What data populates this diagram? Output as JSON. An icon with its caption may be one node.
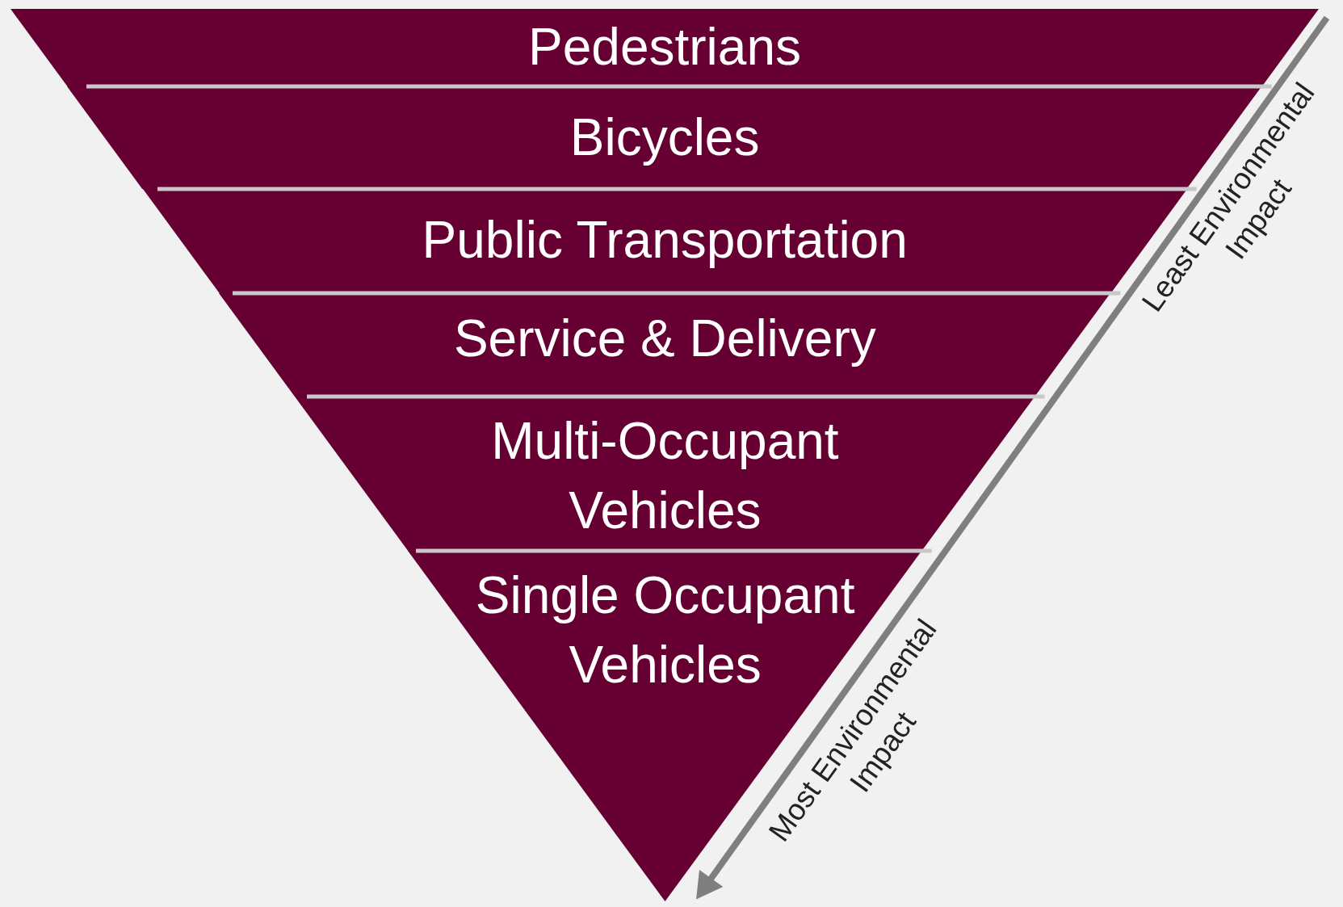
{
  "diagram": {
    "nodes": [
      {
        "text": [
          "Pedestrians"
        ]
      },
      {
        "text": [
          "Bicycles"
        ]
      },
      {
        "text": [
          "Public Transportation"
        ]
      },
      {
        "text": [
          "Service & Delivery"
        ]
      },
      {
        "text": [
          "Multi-Occupant Vehicles"
        ]
      },
      {
        "text": [
          "Single Occupant Vehicles"
        ]
      }
    ],
    "edges": [],
    "labels": [
      "Least Environmental Impact",
      "Most Environmental Impact"
    ]
  }
}
